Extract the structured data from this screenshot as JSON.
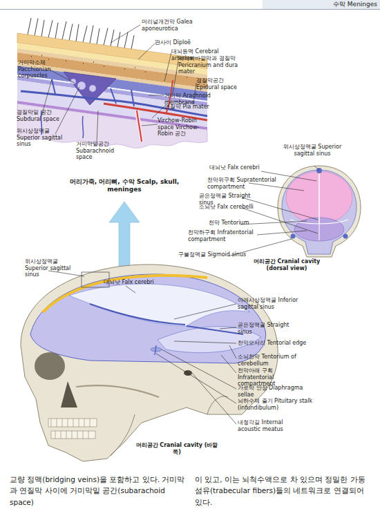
{
  "diagram": {
    "title": "수막 Meninges",
    "labels": [
      "머리널개건막 Galea aponeurotica",
      "거미막소체 Pacchionian corpuscles",
      "판사이 Diploë",
      "대뇌동맥 Cerebral arteries",
      "머리뼈바깥막과 경질막 Pericranium and dura mater",
      "경질막공간 Epidural space",
      "거미막 Arachnoid membrane",
      "연질막 Pia mater",
      "경질막밑 공간 Subdural space",
      "위시상정맥굴 Superior sagittal sinus",
      "거미막밑공간 Subarachnoid space",
      "Virchow-Robin space Virchow-Robin 공간",
      "머리가죽, 머리뼈, 수막 Scalp, skull, meninges",
      "위시상정맥굴 Superior sagittal sinus",
      "대뇌낫 Falx cerebri",
      "천막위구획 Supratentorial compartment",
      "곧은정맥굴 Straight sinus",
      "소뇌낫 Falx cerebelli",
      "천막 Tentorium",
      "천막하구획 Infratentorial compartment",
      "구불정맥굴 Sigmoid sinus",
      "머리공간 Cranial cavity (dorsal view)",
      "위시상정맥굴 Superior sagittal sinus",
      "대뇌낫 Falx cerebri",
      "아래시상정맥굴 Inferior sagittal sinus",
      "곧은정맥굴 Straight sinus",
      "천막모서리 Tentorial edge",
      "소뇌천막 Tentorium of cerebellum",
      "천막아래 구획 Infratentorial compartment",
      "가로막 안장 Diaphragma sellae",
      "뇌하수체 줄기 Pituitary stalk (infundibulum)",
      "내청각길 Internal acoustic meatus",
      "머리공간 Cranial cavity (바깥쪽)",
      "교량 정맥(bridging veins)을 포함하고 있다. 거미막과 연질막 사이에 거미막밑 공간(subarachoid space)",
      "이 있고, 이는 뇌척수액으로 차 있으며 정밀한 가동 섬유(trabecular fibers)들의 네트워크로 연결되어 있다."
    ]
  }
}
